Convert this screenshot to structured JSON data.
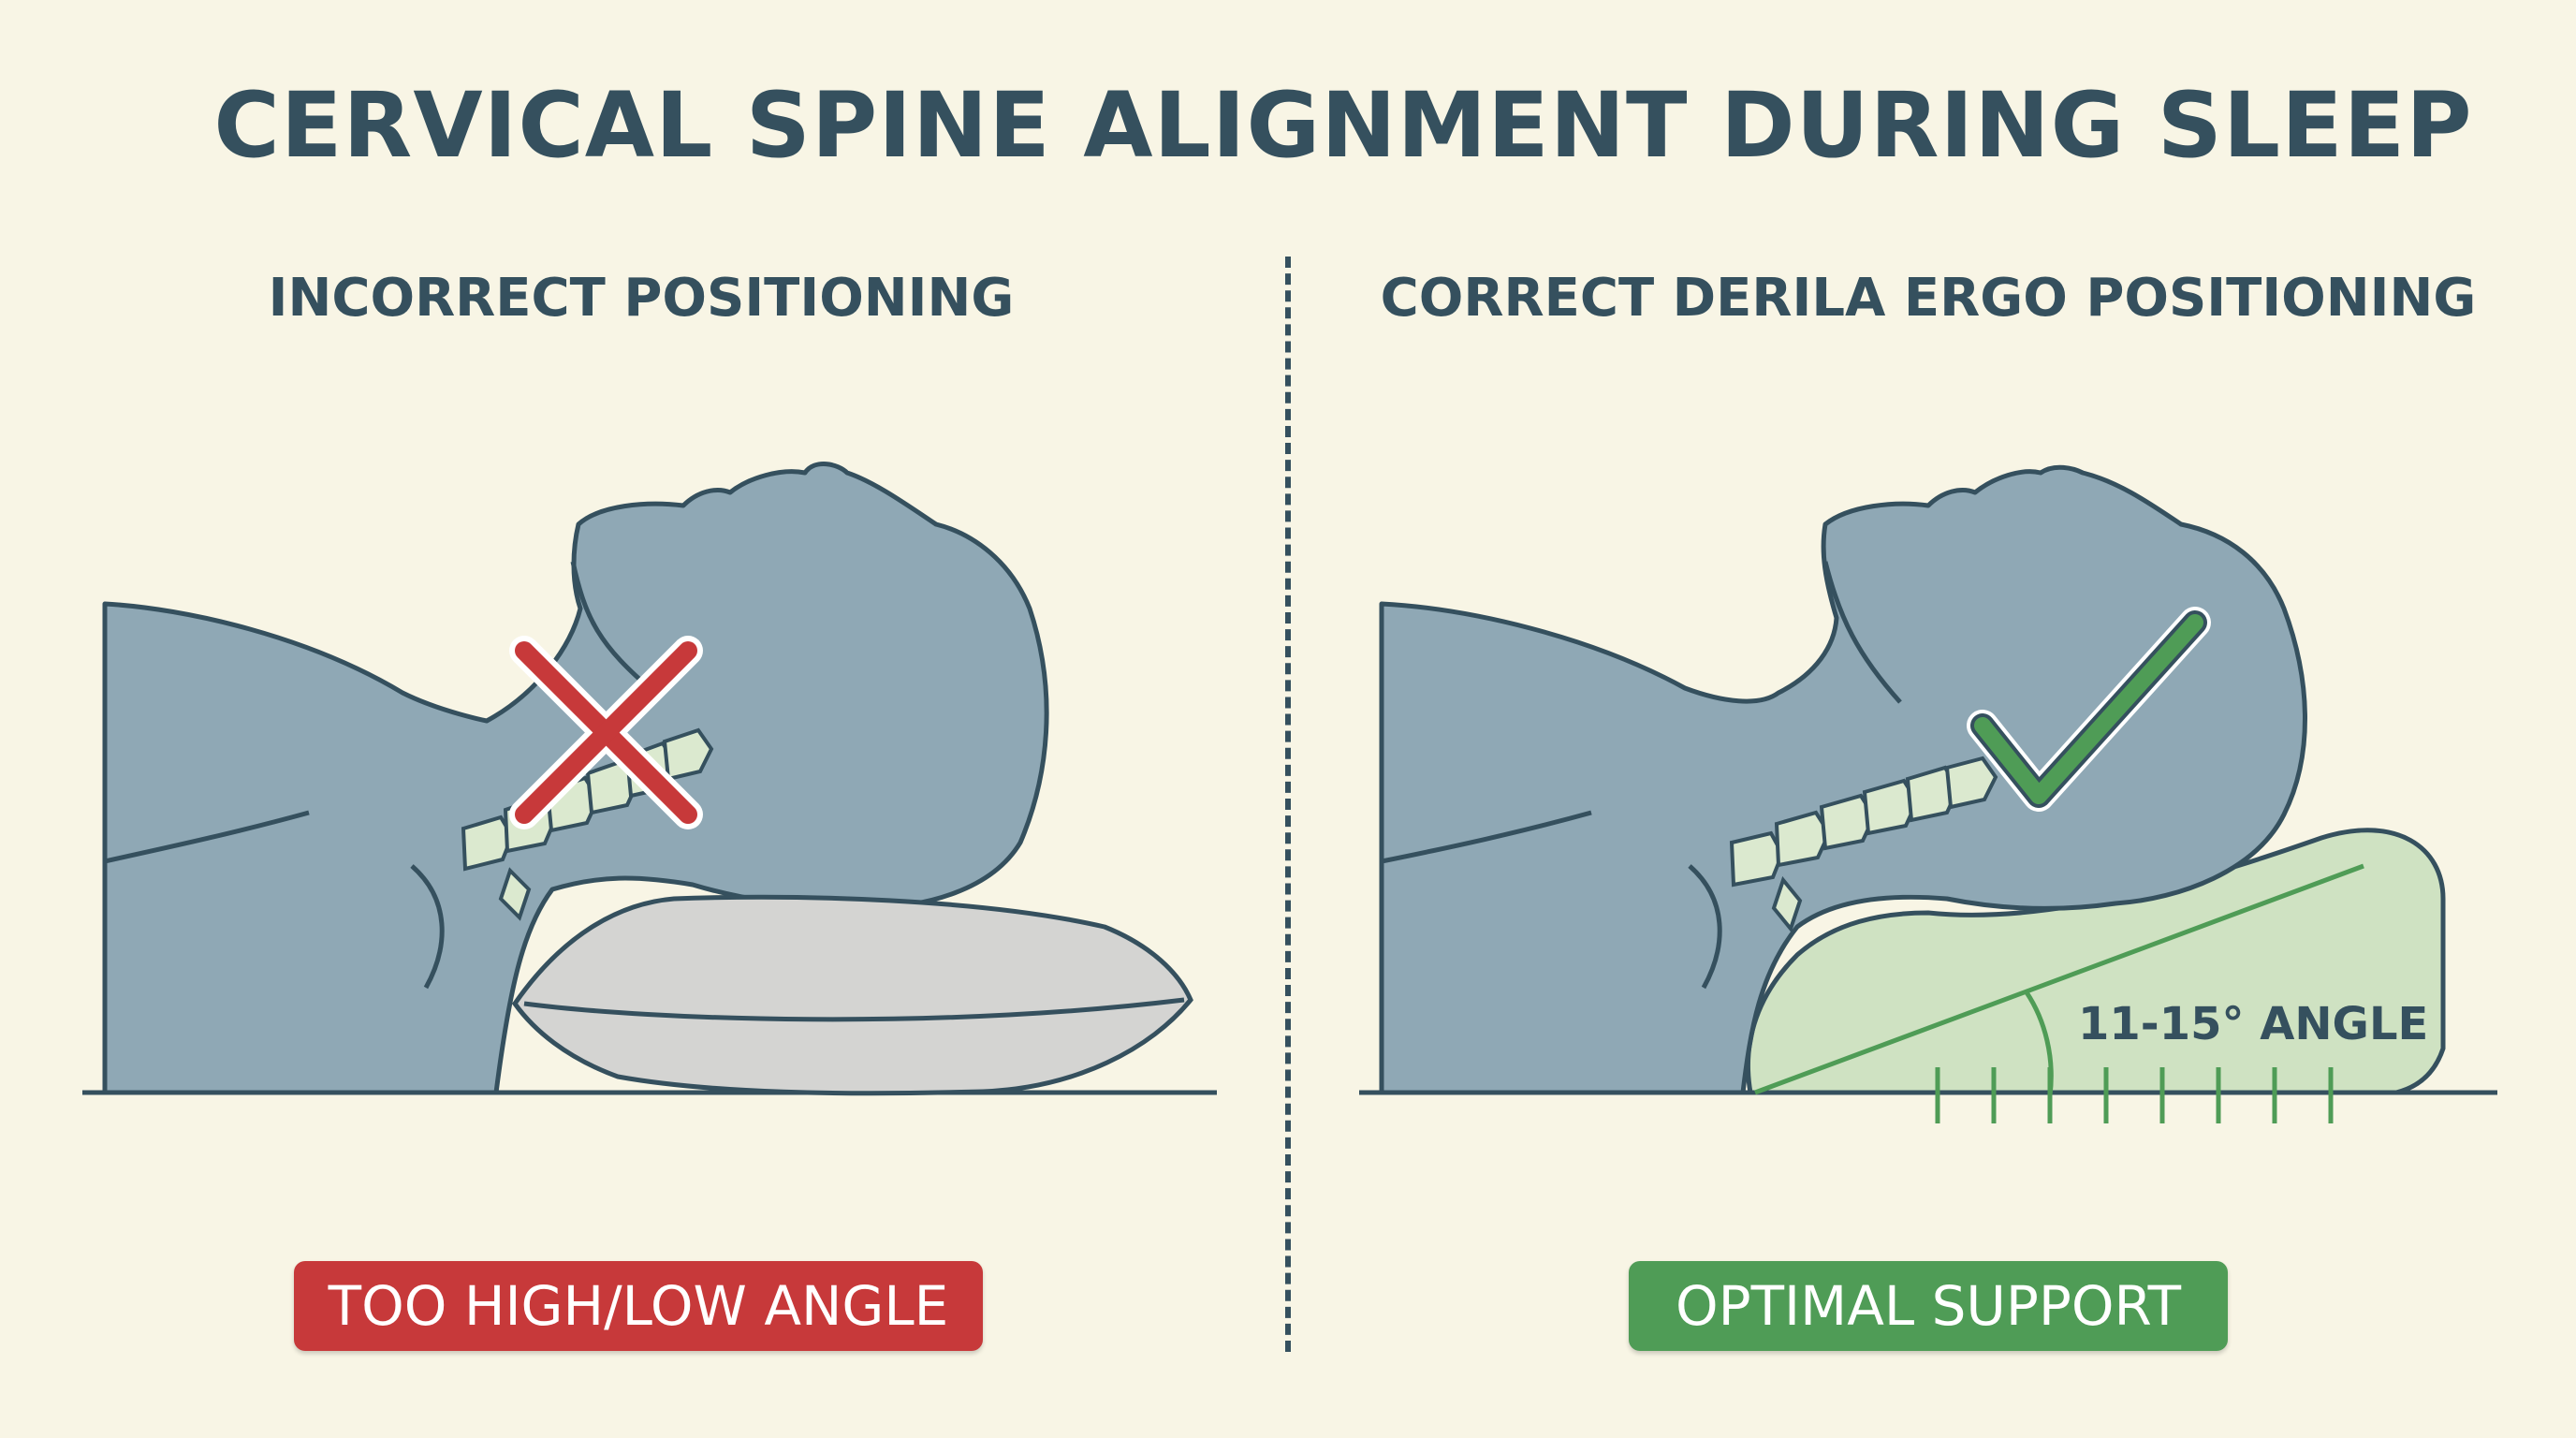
{
  "title": "CERVICAL SPINE ALIGNMENT DURING SLEEP",
  "left_panel": {
    "heading": "INCORRECT POSITIONING",
    "badge": "TOO HIGH/LOW ANGLE",
    "mark_icon": "cross-icon"
  },
  "right_panel": {
    "heading": "CORRECT DERILA ERGO POSITIONING",
    "angle_label": "11-15° ANGLE",
    "badge": "OPTIMAL SUPPORT",
    "mark_icon": "check-icon"
  },
  "colors": {
    "background": "#f8f5e5",
    "ink": "#35505e",
    "body": "#8fa8b5",
    "pillow_grey": "#d4d4d2",
    "pillow_green": "#cfe2c2",
    "bad": "#c7393a",
    "good": "#4f9c56",
    "spine": "#dbe9cf"
  }
}
